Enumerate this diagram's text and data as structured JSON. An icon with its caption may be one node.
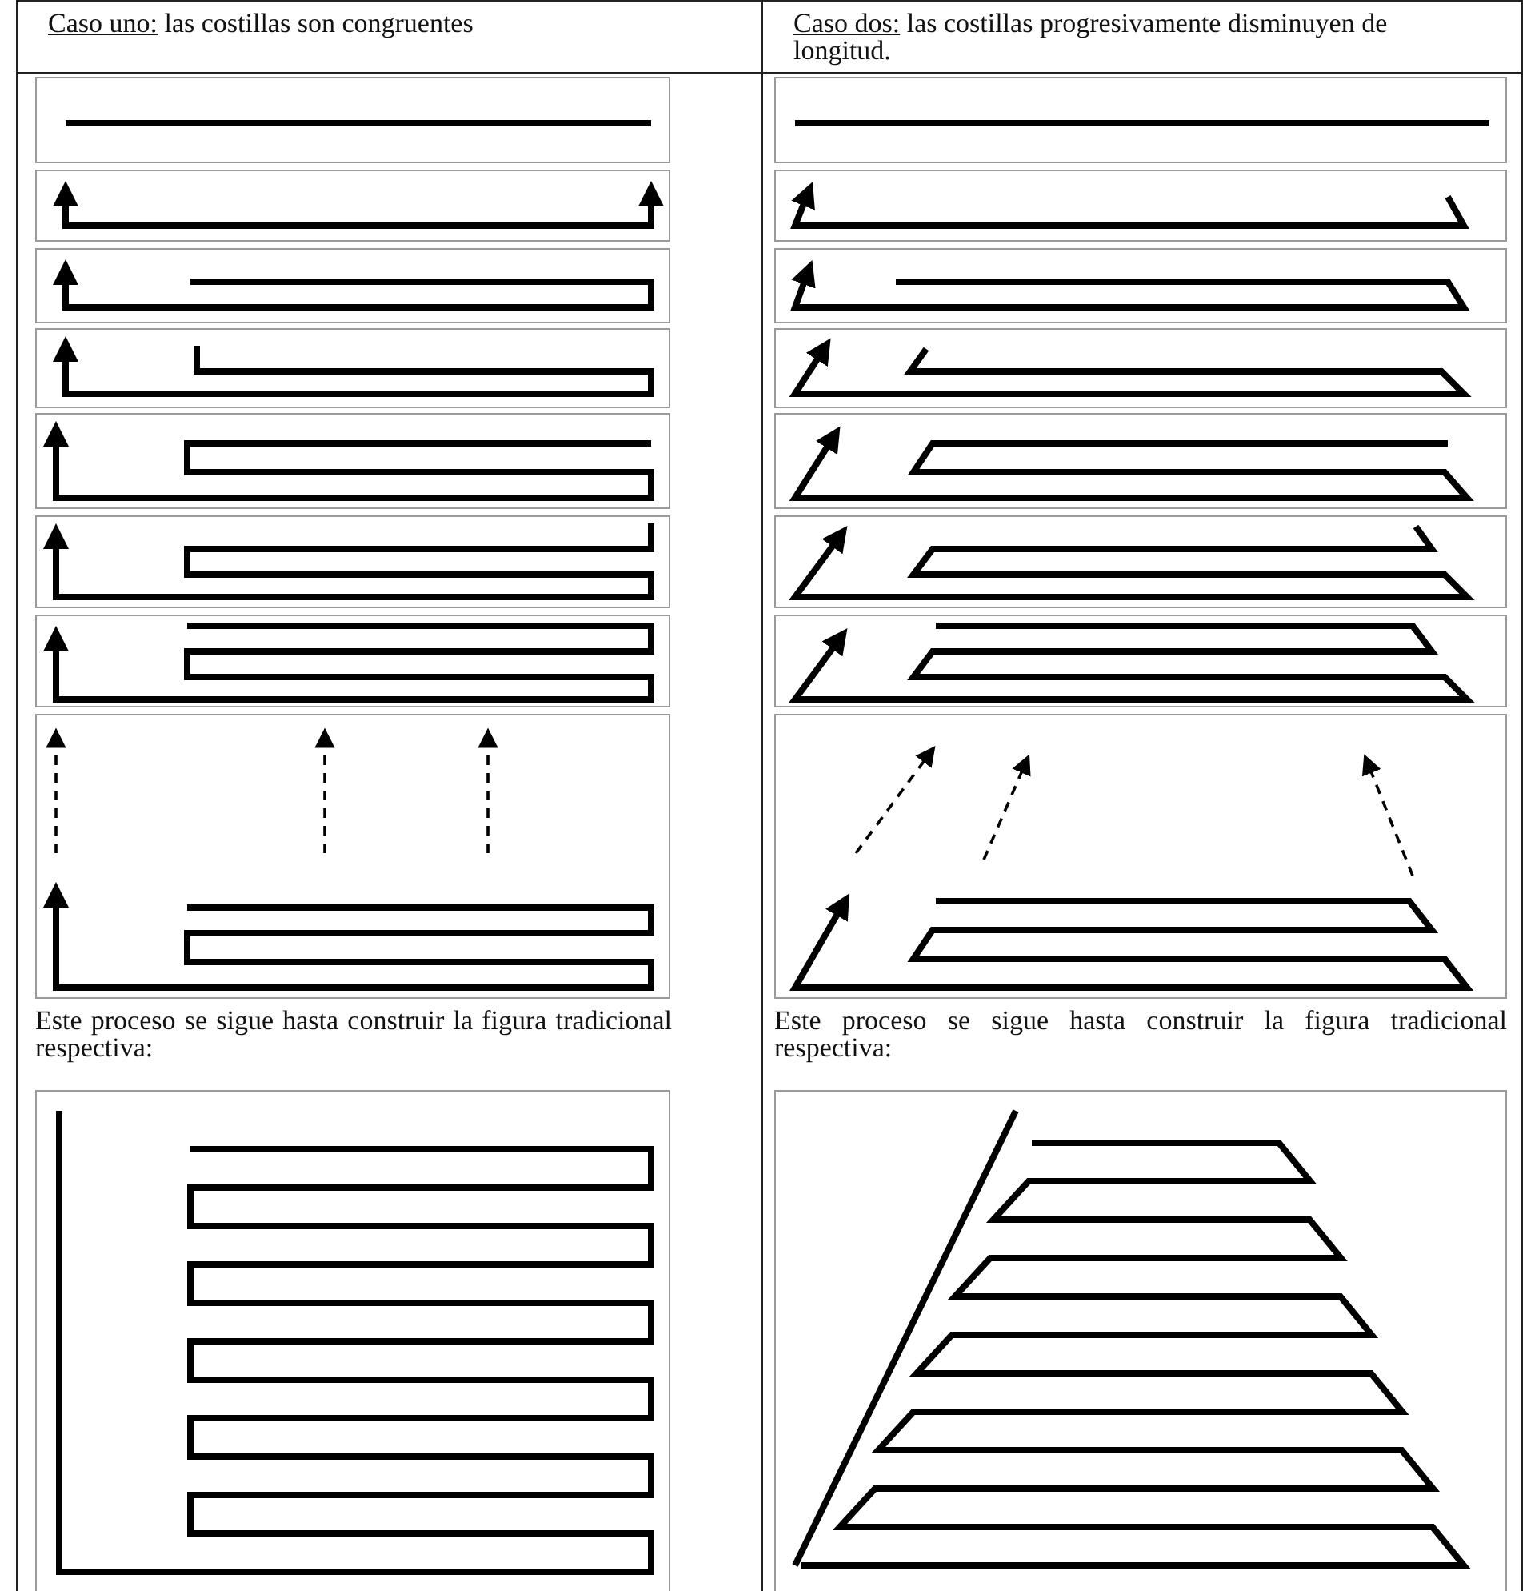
{
  "diagram": {
    "labels": [
      "Caso uno: las costillas son congruentes",
      "Caso dos: las costillas progresivamente disminuyen de longitud.",
      "Este proceso se sigue hasta construir la figura tradicional respectiva:",
      "Este proceso se sigue hasta construir la figura tradicional respectiva:"
    ]
  }
}
